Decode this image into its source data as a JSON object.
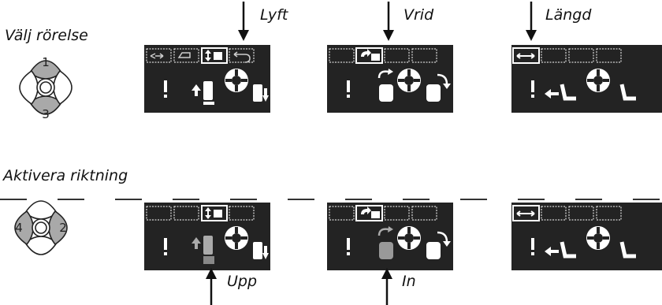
{
  "labels": {
    "select_motion": "Välj rörelse",
    "activate_direction": "Aktivera riktning",
    "lift": "Lyft",
    "rotate": "Vrid",
    "length": "Längd",
    "up": "Upp",
    "in": "In"
  },
  "dpad_top": {
    "up_number": "1",
    "down_number": "3"
  },
  "dpad_bottom": {
    "left_number": "4",
    "right_number": "2"
  },
  "colors": {
    "screen": "#232323",
    "highlight": "#aaaaaa",
    "icon": "#ffffff"
  }
}
